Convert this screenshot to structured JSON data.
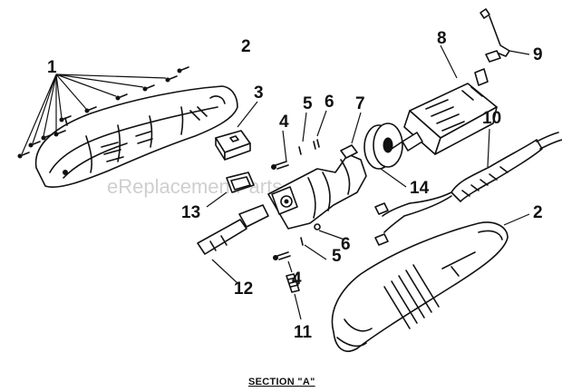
{
  "diagram": {
    "caption": "SECTION \"A\"",
    "watermark": "eReplacementParts.com",
    "callouts": {
      "c1": "1",
      "c2a": "2",
      "c2b": "2",
      "c3": "3",
      "c4a": "4",
      "c4b": "4",
      "c5a": "5",
      "c5b": "5",
      "c6a": "6",
      "c6b": "6",
      "c7": "7",
      "c8": "8",
      "c9": "9",
      "c10": "10",
      "c11": "11",
      "c12": "12",
      "c13": "13",
      "c14": "14"
    }
  }
}
